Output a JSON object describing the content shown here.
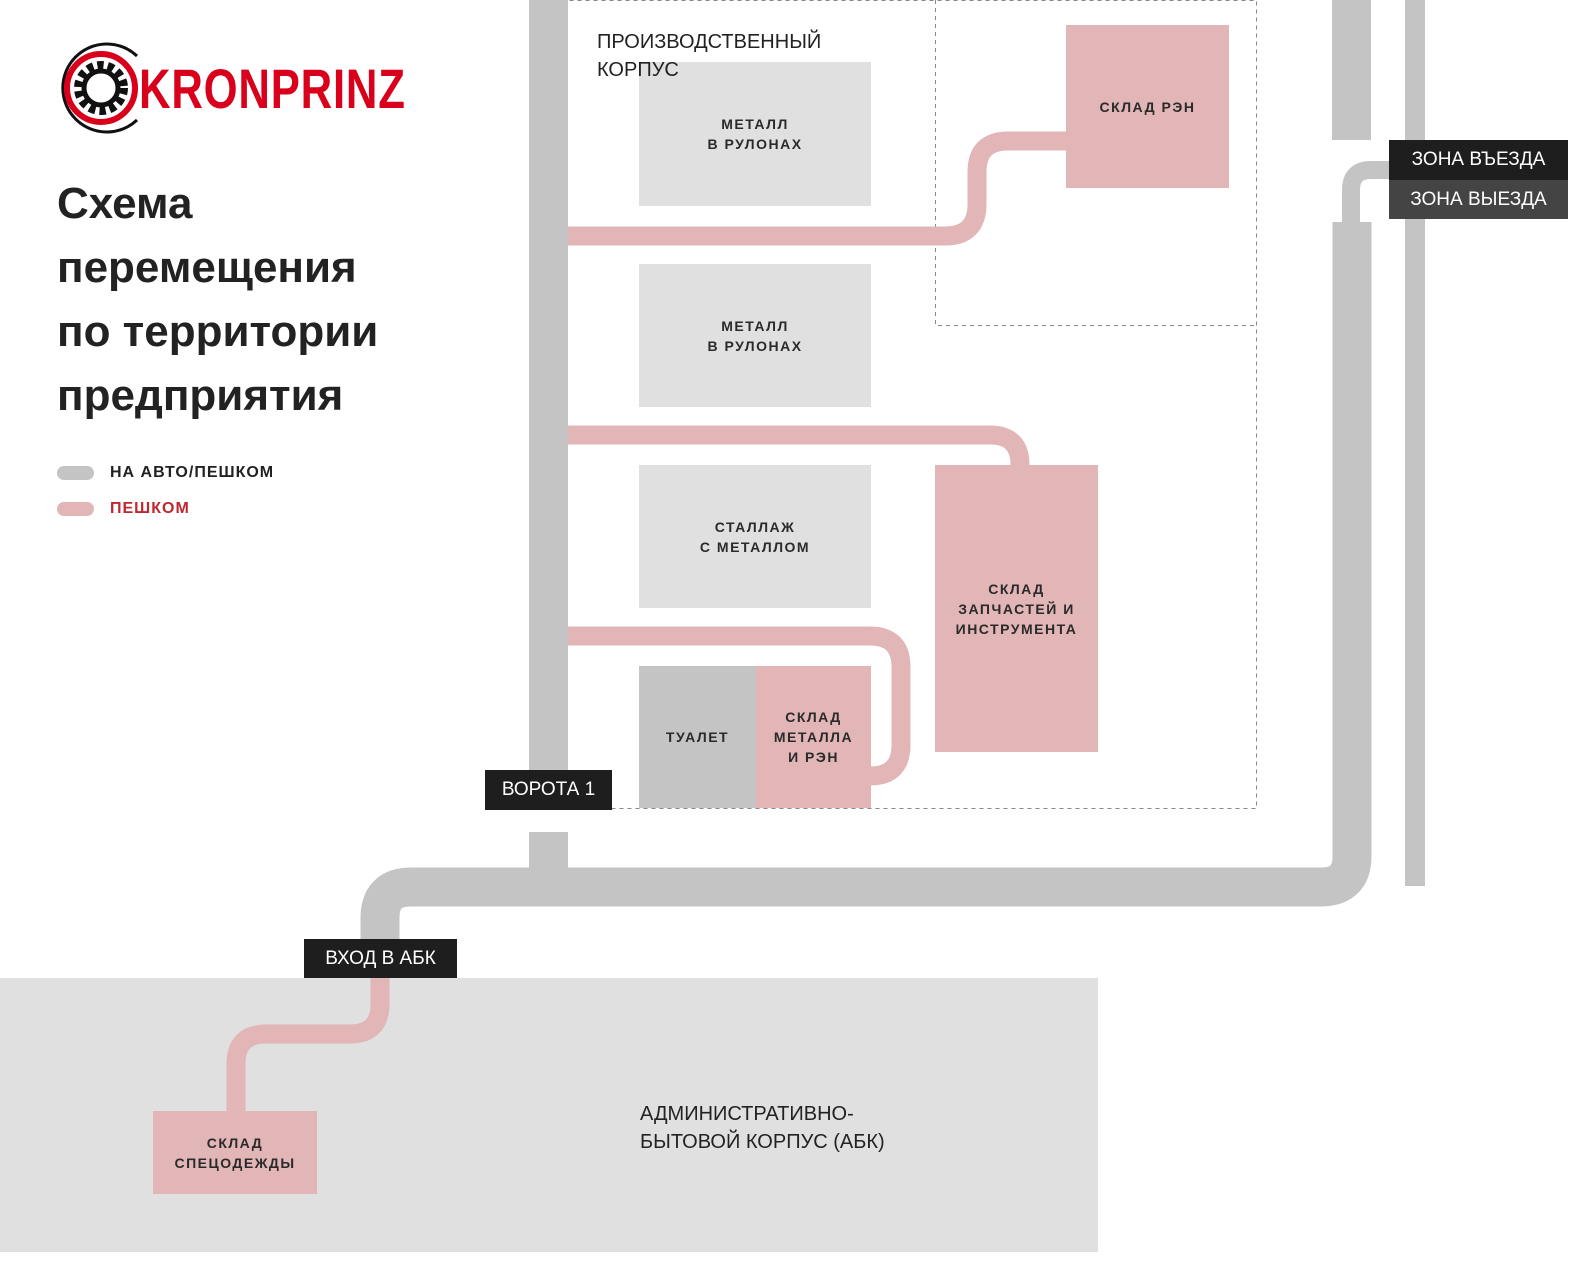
{
  "logo": {
    "text": "KRONPRINZ"
  },
  "title": {
    "lines": [
      "Схема",
      "перемещения",
      "по территории",
      "предприятия"
    ]
  },
  "legend": [
    {
      "label": "НА АВТО/ПЕШКОМ",
      "color": "#c4c4c4"
    },
    {
      "label": "ПЕШКОМ",
      "color": "#e2b5b6"
    }
  ],
  "map": {
    "production_label": "ПРОИЗВОДСТВЕННЫЙ\nКОРПУС",
    "metal1": "МЕТАЛЛ\nВ РУЛОНАХ",
    "metal2": "МЕТАЛЛ\nВ РУЛОНАХ",
    "stallage": "СТАЛЛАЖ\nС МЕТАЛЛОМ",
    "toilet": "ТУАЛЕТ",
    "metal_store": "СКЛАД\nМЕТАЛЛА\nИ РЭН",
    "parts_store": "СКЛАД\nЗАПЧАСТЕЙ И\nИНСТРУМЕНТА",
    "ren_store": "СКЛАД РЭН",
    "gate1": "ВОРОТА 1",
    "abk_entry": "ВХОД В АБК",
    "entry_zone": "ЗОНА ВЪЕЗДА",
    "exit_zone": "ЗОНА ВЫЕЗДА",
    "abk": "АДМИНИСТРАТИВНО-\nБЫТОВОЙ КОРПУС (АБК)",
    "workwear_store": "СКЛАД\nСПЕЦОДЕЖДЫ"
  },
  "colors": {
    "road": "#c4c4c4",
    "walk": "#e2b5b6",
    "accent": "#d9001b"
  }
}
